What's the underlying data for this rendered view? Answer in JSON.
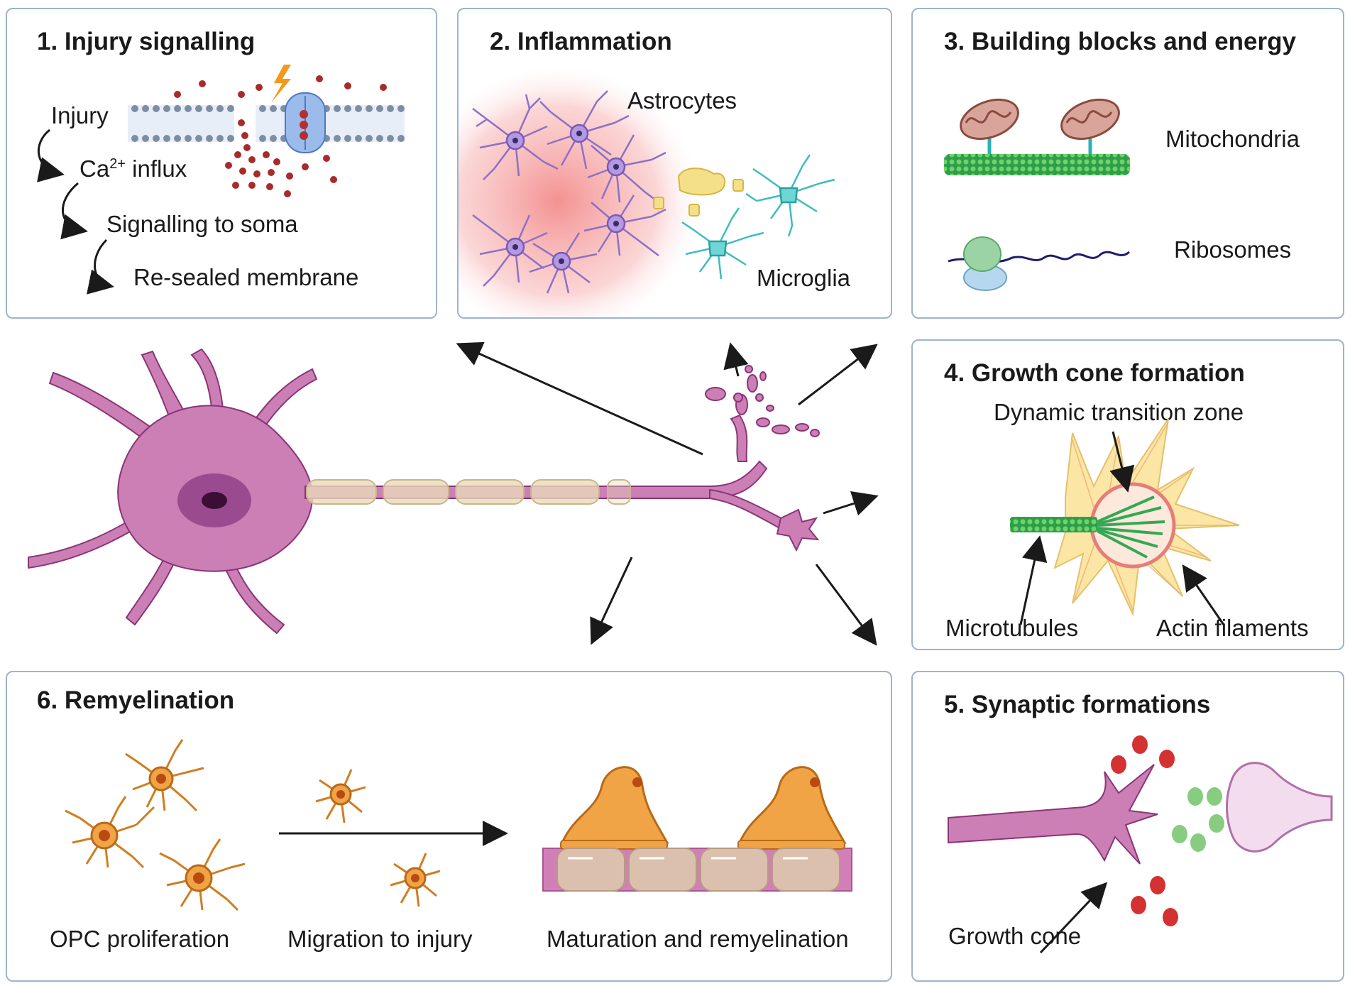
{
  "panels": {
    "p1": {
      "title": "1. Injury signalling",
      "injury": "Injury",
      "ca": "Ca",
      "ca_sup": "2+",
      "ca_rest": " influx",
      "signal": "Signalling to soma",
      "resealed": "Re-sealed membrane"
    },
    "p2": {
      "title": "2. Inflammation",
      "astrocytes": "Astrocytes",
      "microglia": "Microglia"
    },
    "p3": {
      "title": "3. Building blocks and energy",
      "mitochondria": "Mitochondria",
      "ribosomes": "Ribosomes"
    },
    "p4": {
      "title": "4. Growth cone formation",
      "zone": "Dynamic transition zone",
      "microtubules": "Microtubules",
      "actin": "Actin filaments"
    },
    "p5": {
      "title": "5. Synaptic formations",
      "growth_cone": "Growth cone"
    },
    "p6": {
      "title": "6. Remyelination",
      "opc": "OPC proliferation",
      "migration": "Migration to injury",
      "maturation": "Maturation and remyelination"
    }
  },
  "colors": {
    "border": "#9db3cf",
    "neuron": "#cc7fb5",
    "neuron_dark": "#7a2a6a",
    "astrocyte": "#8e70c4",
    "microglia": "#3fbcbc",
    "opc": "#e08b2a",
    "microtubule": "#34a853",
    "vesicle_red": "#c62828",
    "vesicle_green": "#7cc47a"
  }
}
